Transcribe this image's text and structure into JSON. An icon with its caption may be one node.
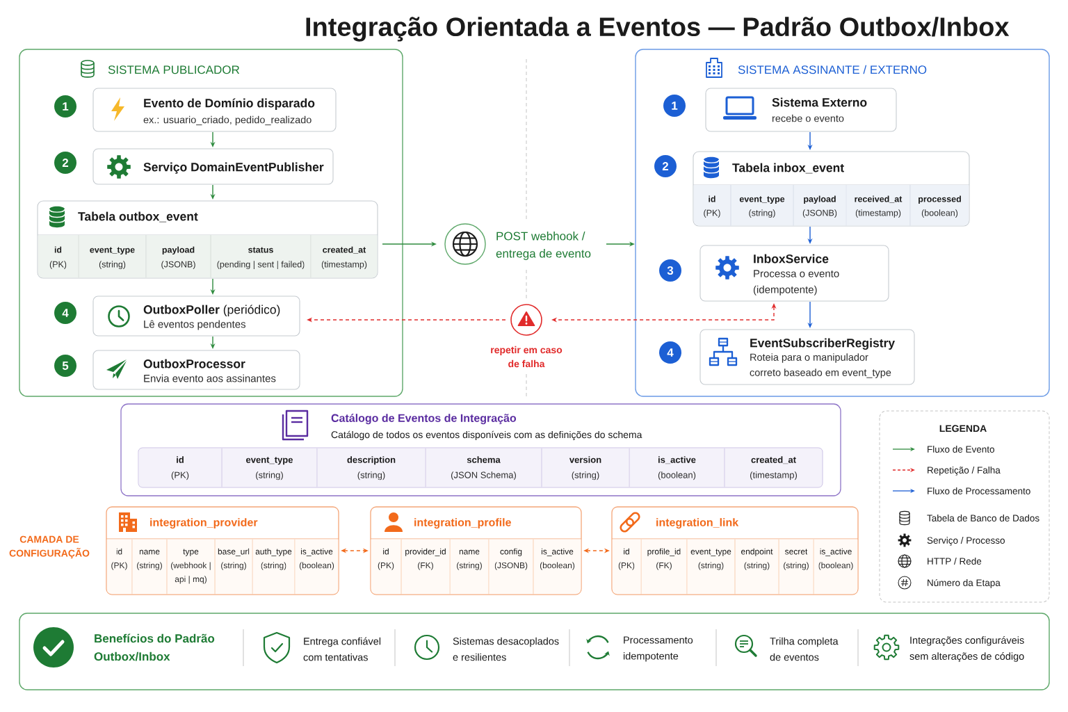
{
  "diagram": {
    "title": "Integração Orientada a Eventos — Padrão Outbox/Inbox",
    "nodes": [
      {
        "text": [
          "SISTEMA PUBLICADOR"
        ]
      },
      {
        "text": [
          "Evento de Domínio disparado",
          "ex.: usuario_criado, pedido_realizado"
        ],
        "in": 0,
        "beside": [
          "1"
        ]
      },
      {
        "text": [
          "Serviço DomainEventPublisher"
        ],
        "in": 0,
        "beside": [
          "2"
        ]
      },
      {
        "text": [
          "Tabela outbox_event",
          "id",
          "(PK)",
          "event_type",
          "(string)",
          "payload",
          "(JSONB)",
          "status",
          "(pending | sent | failed)",
          "created_at",
          "(timestamp)"
        ],
        "in": 0
      },
      {
        "text": [
          "**OutboxPoller** (periódico)",
          "Lê eventos pendentes"
        ],
        "in": 0,
        "beside": [
          "4"
        ]
      },
      {
        "text": [
          "OutboxProcessor",
          "Envia evento aos assinantes"
        ],
        "in": 0,
        "beside": [
          "5"
        ]
      },
      {
        "text": [
          "POST webhook / entrega de evento"
        ]
      },
      {
        "text": [
          "SISTEMA ASSINANTE / EXTERNO"
        ]
      },
      {
        "text": [
          "Sistema Externo",
          "recebe o evento"
        ],
        "in": 7,
        "beside": [
          "1"
        ]
      },
      {
        "text": [
          "Tabela inbox_event",
          "id",
          "(PK)",
          "event_type",
          "(string)",
          "payload",
          "(JSONB)",
          "received_at",
          "(timestamp)",
          "processed",
          "(boolean)"
        ],
        "in": 7,
        "beside": [
          "2"
        ]
      },
      {
        "text": [
          "InboxService",
          "Processa o evento (idempotente)"
        ],
        "in": 7,
        "beside": [
          "3"
        ]
      },
      {
        "text": [
          "EventSubscriberRegistry",
          "Roteia para o manipulador correto baseado em event_type"
        ],
        "in": 7,
        "beside": [
          "4"
        ]
      },
      {
        "text": [
          "repetir em caso de falha"
        ]
      },
      {
        "text": [
          "Catálogo de Eventos de Integração",
          "Catálogo de todos os eventos disponíveis com as definições do schema",
          "id",
          "(PK)",
          "event_type",
          "(string)",
          "description",
          "(string)",
          "schema",
          "(JSON Schema)",
          "version",
          "(string)",
          "is_active",
          "(boolean)",
          "created_at",
          "(timestamp)"
        ]
      },
      {
        "text": [
          "integration_provider",
          "id",
          "(PK)",
          "name",
          "(string)",
          "type",
          "(webhook | api | mq)",
          "base_url",
          "(string)",
          "auth_type",
          "(string)",
          "is_active",
          "(boolean)"
        ]
      },
      {
        "text": [
          "integration_profile",
          "id",
          "(PK)",
          "provider_id",
          "(FK)",
          "name",
          "(string)",
          "config",
          "(JSONB)",
          "is_active",
          "(boolean)"
        ]
      },
      {
        "text": [
          "integration_link",
          "id",
          "(PK)",
          "profile_id",
          "(FK)",
          "event_type",
          "(string)",
          "endpoint",
          "(string)",
          "secret",
          "(string)",
          "is_active",
          "(boolean)"
        ]
      },
      {
        "text": [
          "Benefícios do Padrão Outbox/Inbox",
          "Entrega confiável com tentativas",
          "Sistemas desacoplados e resilientes",
          "Processamento idempotente",
          "Trilha completa de eventos",
          "Integrações configuráveis sem alterações de código"
        ]
      }
    ],
    "edges": [
      {
        "from": 1,
        "to": 2,
        "arrow": "to"
      },
      {
        "from": 2,
        "to": 3,
        "arrow": "to"
      },
      {
        "from": 3,
        "to": 4,
        "arrow": "to"
      },
      {
        "from": 4,
        "to": 5,
        "arrow": "to"
      },
      {
        "from": 3,
        "to": 6,
        "arrow": "to"
      },
      {
        "from": 6,
        "to": 7,
        "arrow": "to"
      },
      {
        "from": 8,
        "to": 9,
        "arrow": "to",
        "color": "#1c5fd4"
      },
      {
        "from": 9,
        "to": 10,
        "arrow": "to",
        "color": "#1c5fd4"
      },
      {
        "from": 10,
        "to": 11,
        "arrow": "to",
        "color": "#1c5fd4"
      },
      {
        "from": 10,
        "to": 12,
        "arrow": "both",
        "style": "dashed",
        "color": "#e12b2b"
      },
      {
        "from": 12,
        "to": 4,
        "arrow": "to",
        "style": "dashed",
        "color": "#e12b2b"
      },
      {
        "from": 14,
        "to": 15,
        "arrow": "both",
        "style": "dashed",
        "color": "#f26a1b"
      },
      {
        "from": 15,
        "to": 16,
        "arrow": "both",
        "style": "dashed",
        "color": "#f26a1b"
      }
    ],
    "labels": [
      "LEGENDA",
      "CAMADA DE CONFIGURAÇÃO"
    ],
    "legend": [
      {
        "text": "Fluxo de Evento"
      },
      {
        "text": "Repetição / Falha"
      },
      {
        "text": "Fluxo de Processamento"
      },
      {
        "text": "Tabela de Banco de Dados"
      },
      {
        "text": "Serviço / Processo"
      },
      {
        "text": "HTTP / Rede"
      },
      {
        "text": "Número da Etapa"
      }
    ]
  }
}
